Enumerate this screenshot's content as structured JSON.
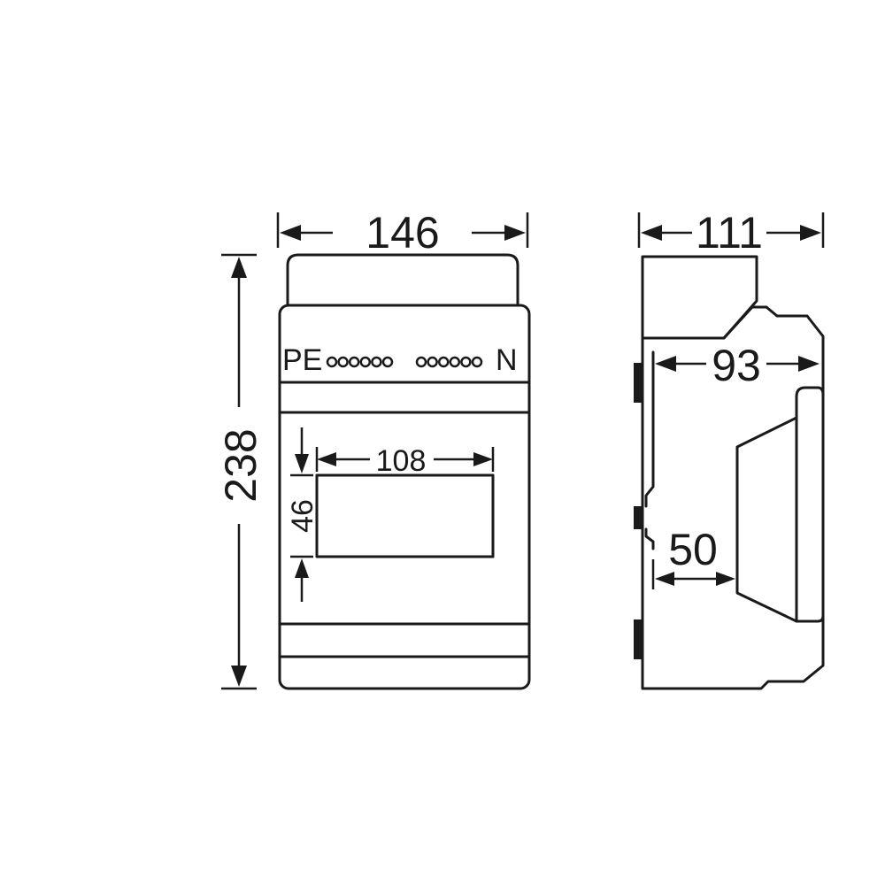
{
  "front_view": {
    "width_label": "146",
    "height_label": "238",
    "window_width_label": "108",
    "window_height_label": "46",
    "left_terminal_label": "PE",
    "right_terminal_label": "N",
    "terminal_holes_per_bar": 6
  },
  "side_view": {
    "depth_label": "111",
    "inner_depth_label": "93",
    "cover_depth_label": "50"
  },
  "colors": {
    "line": "#1a1a1a",
    "background": "#ffffff"
  }
}
